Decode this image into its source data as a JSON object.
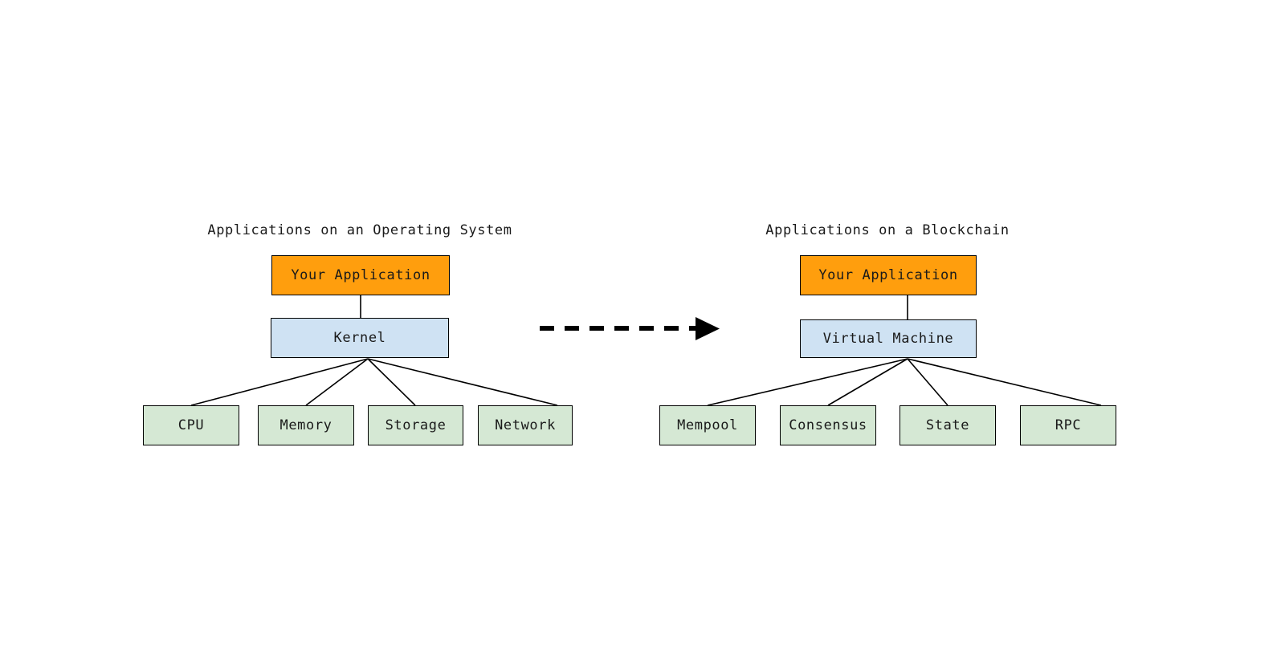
{
  "diagram": {
    "title_left": "Applications on an Operating System",
    "title_right": "Applications on a Blockchain",
    "colors": {
      "application": "#FF9E0D",
      "layer": "#CFE2F3",
      "leaf": "#D5E8D4",
      "stroke": "#000000",
      "background": "#FFFFFF"
    },
    "panels": [
      {
        "id": "operating-system",
        "title": "Applications on an Operating System",
        "application": {
          "label": "Your Application"
        },
        "layer": {
          "label": "Kernel"
        },
        "leaves": [
          {
            "label": "CPU"
          },
          {
            "label": "Memory"
          },
          {
            "label": "Storage"
          },
          {
            "label": "Network"
          }
        ]
      },
      {
        "id": "blockchain",
        "title": "Applications on a Blockchain",
        "application": {
          "label": "Your Application"
        },
        "layer": {
          "label": "Virtual Machine"
        },
        "leaves": [
          {
            "label": "Mempool"
          },
          {
            "label": "Consensus"
          },
          {
            "label": "State"
          },
          {
            "label": "RPC"
          }
        ]
      }
    ],
    "transition_arrow": {
      "name": "dashed-arrow",
      "style": "dashed",
      "direction": "left-to-right",
      "label": ""
    }
  }
}
